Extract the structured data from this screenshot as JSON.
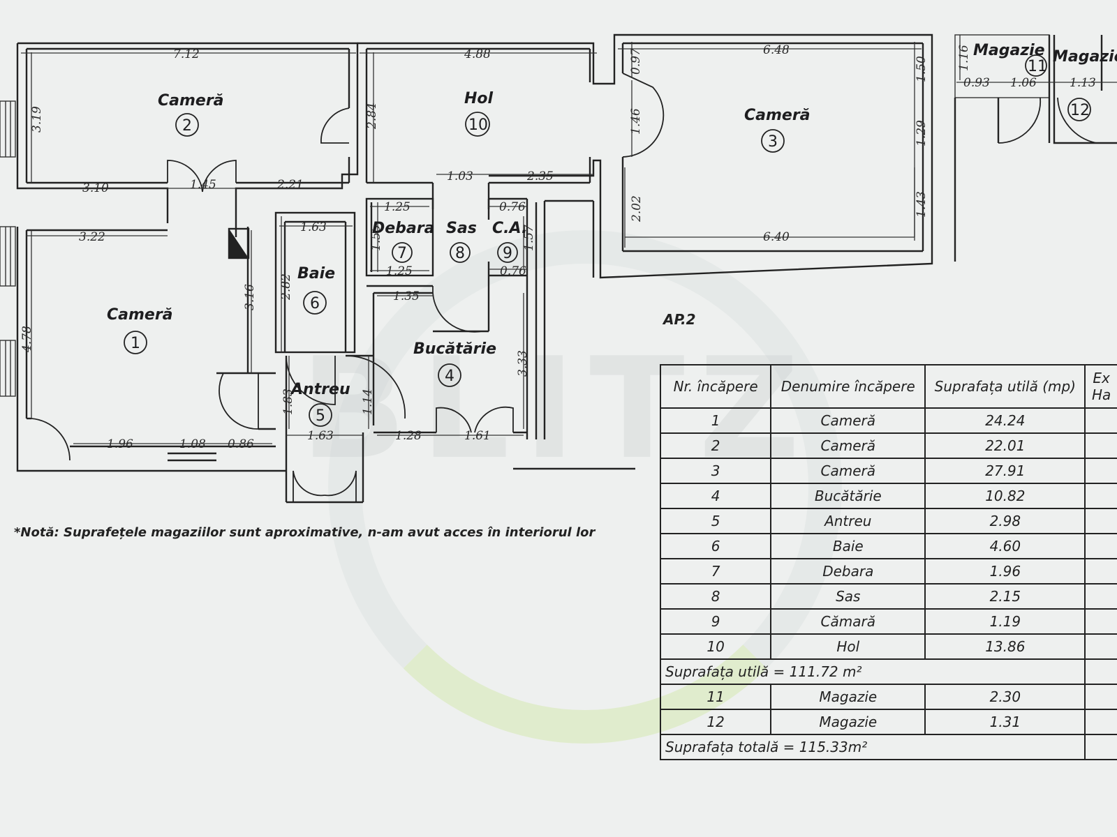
{
  "apartment_label": "AP.2",
  "note": "*Notă: Suprafețele magaziilor sunt aproximative, n-am avut acces în interiorul lor",
  "watermark": "BLITZ",
  "rooms": {
    "r1": {
      "name": "Cameră",
      "num": "1"
    },
    "r2": {
      "name": "Cameră",
      "num": "2"
    },
    "r3": {
      "name": "Cameră",
      "num": "3"
    },
    "r4": {
      "name": "Bucătărie",
      "num": "4"
    },
    "r5": {
      "name": "Antreu",
      "num": "5"
    },
    "r6": {
      "name": "Baie",
      "num": "6"
    },
    "r7": {
      "name": "Debara",
      "num": "7"
    },
    "r8": {
      "name": "Sas",
      "num": "8"
    },
    "r9": {
      "name": "C.A.",
      "num": "9"
    },
    "r10": {
      "name": "Hol",
      "num": "10"
    },
    "r11": {
      "name": "Magazie",
      "num": "11"
    },
    "r12": {
      "name": "Magazie",
      "num": "12"
    }
  },
  "dimensions": {
    "d1": "7.12",
    "d2": "4.88",
    "d3": "6.48",
    "d4": "3.19",
    "d5": "2.84",
    "d6": "0.97",
    "d7": "1.50",
    "d8": "1.16",
    "d9": "0.93",
    "d10": "1.06",
    "d11": "1.13",
    "d12": "1.46",
    "d13": "1.29",
    "d14": "3.10",
    "d15": "1.45",
    "d16": "2.21",
    "d17": "1.03",
    "d18": "2.35",
    "d19": "1.25",
    "d20": "0.76",
    "d21": "2.02",
    "d22": "1.43",
    "d23": "3.22",
    "d24": "1.63",
    "d25": "1.55",
    "d26": "1.57",
    "d27": "6.40",
    "d28": "1.25",
    "d29": "0.76",
    "d30": "2.82",
    "d31": "3.16",
    "d32": "1.35",
    "d33": "4.78",
    "d34": "3.33",
    "d35": "1.83",
    "d36": "1.14",
    "d37": "1.96",
    "d38": "1.08",
    "d39": "0.86",
    "d40": "1.63",
    "d41": "1.28",
    "d42": "1.61"
  },
  "table": {
    "headers": [
      "Nr. încăpere",
      "Denumire încăpere",
      "Suprafața utilă (mp)",
      "Ex",
      "Ha"
    ],
    "rows": [
      {
        "nr": "1",
        "name": "Cameră",
        "area": "24.24"
      },
      {
        "nr": "2",
        "name": "Cameră",
        "area": "22.01"
      },
      {
        "nr": "3",
        "name": "Cameră",
        "area": "27.91"
      },
      {
        "nr": "4",
        "name": "Bucătărie",
        "area": "10.82"
      },
      {
        "nr": "5",
        "name": "Antreu",
        "area": "2.98"
      },
      {
        "nr": "6",
        "name": "Baie",
        "area": "4.60"
      },
      {
        "nr": "7",
        "name": "Debara",
        "area": "1.96"
      },
      {
        "nr": "8",
        "name": "Sas",
        "area": "2.15"
      },
      {
        "nr": "9",
        "name": "Cămară",
        "area": "1.19"
      },
      {
        "nr": "10",
        "name": "Hol",
        "area": "13.86"
      }
    ],
    "subtotal": "Suprafața utilă = 111.72 m²",
    "rows2": [
      {
        "nr": "11",
        "name": "Magazie",
        "area": "2.30"
      },
      {
        "nr": "12",
        "name": "Magazie",
        "area": "1.31"
      }
    ],
    "total": "Suprafața totală = 115.33m²"
  }
}
